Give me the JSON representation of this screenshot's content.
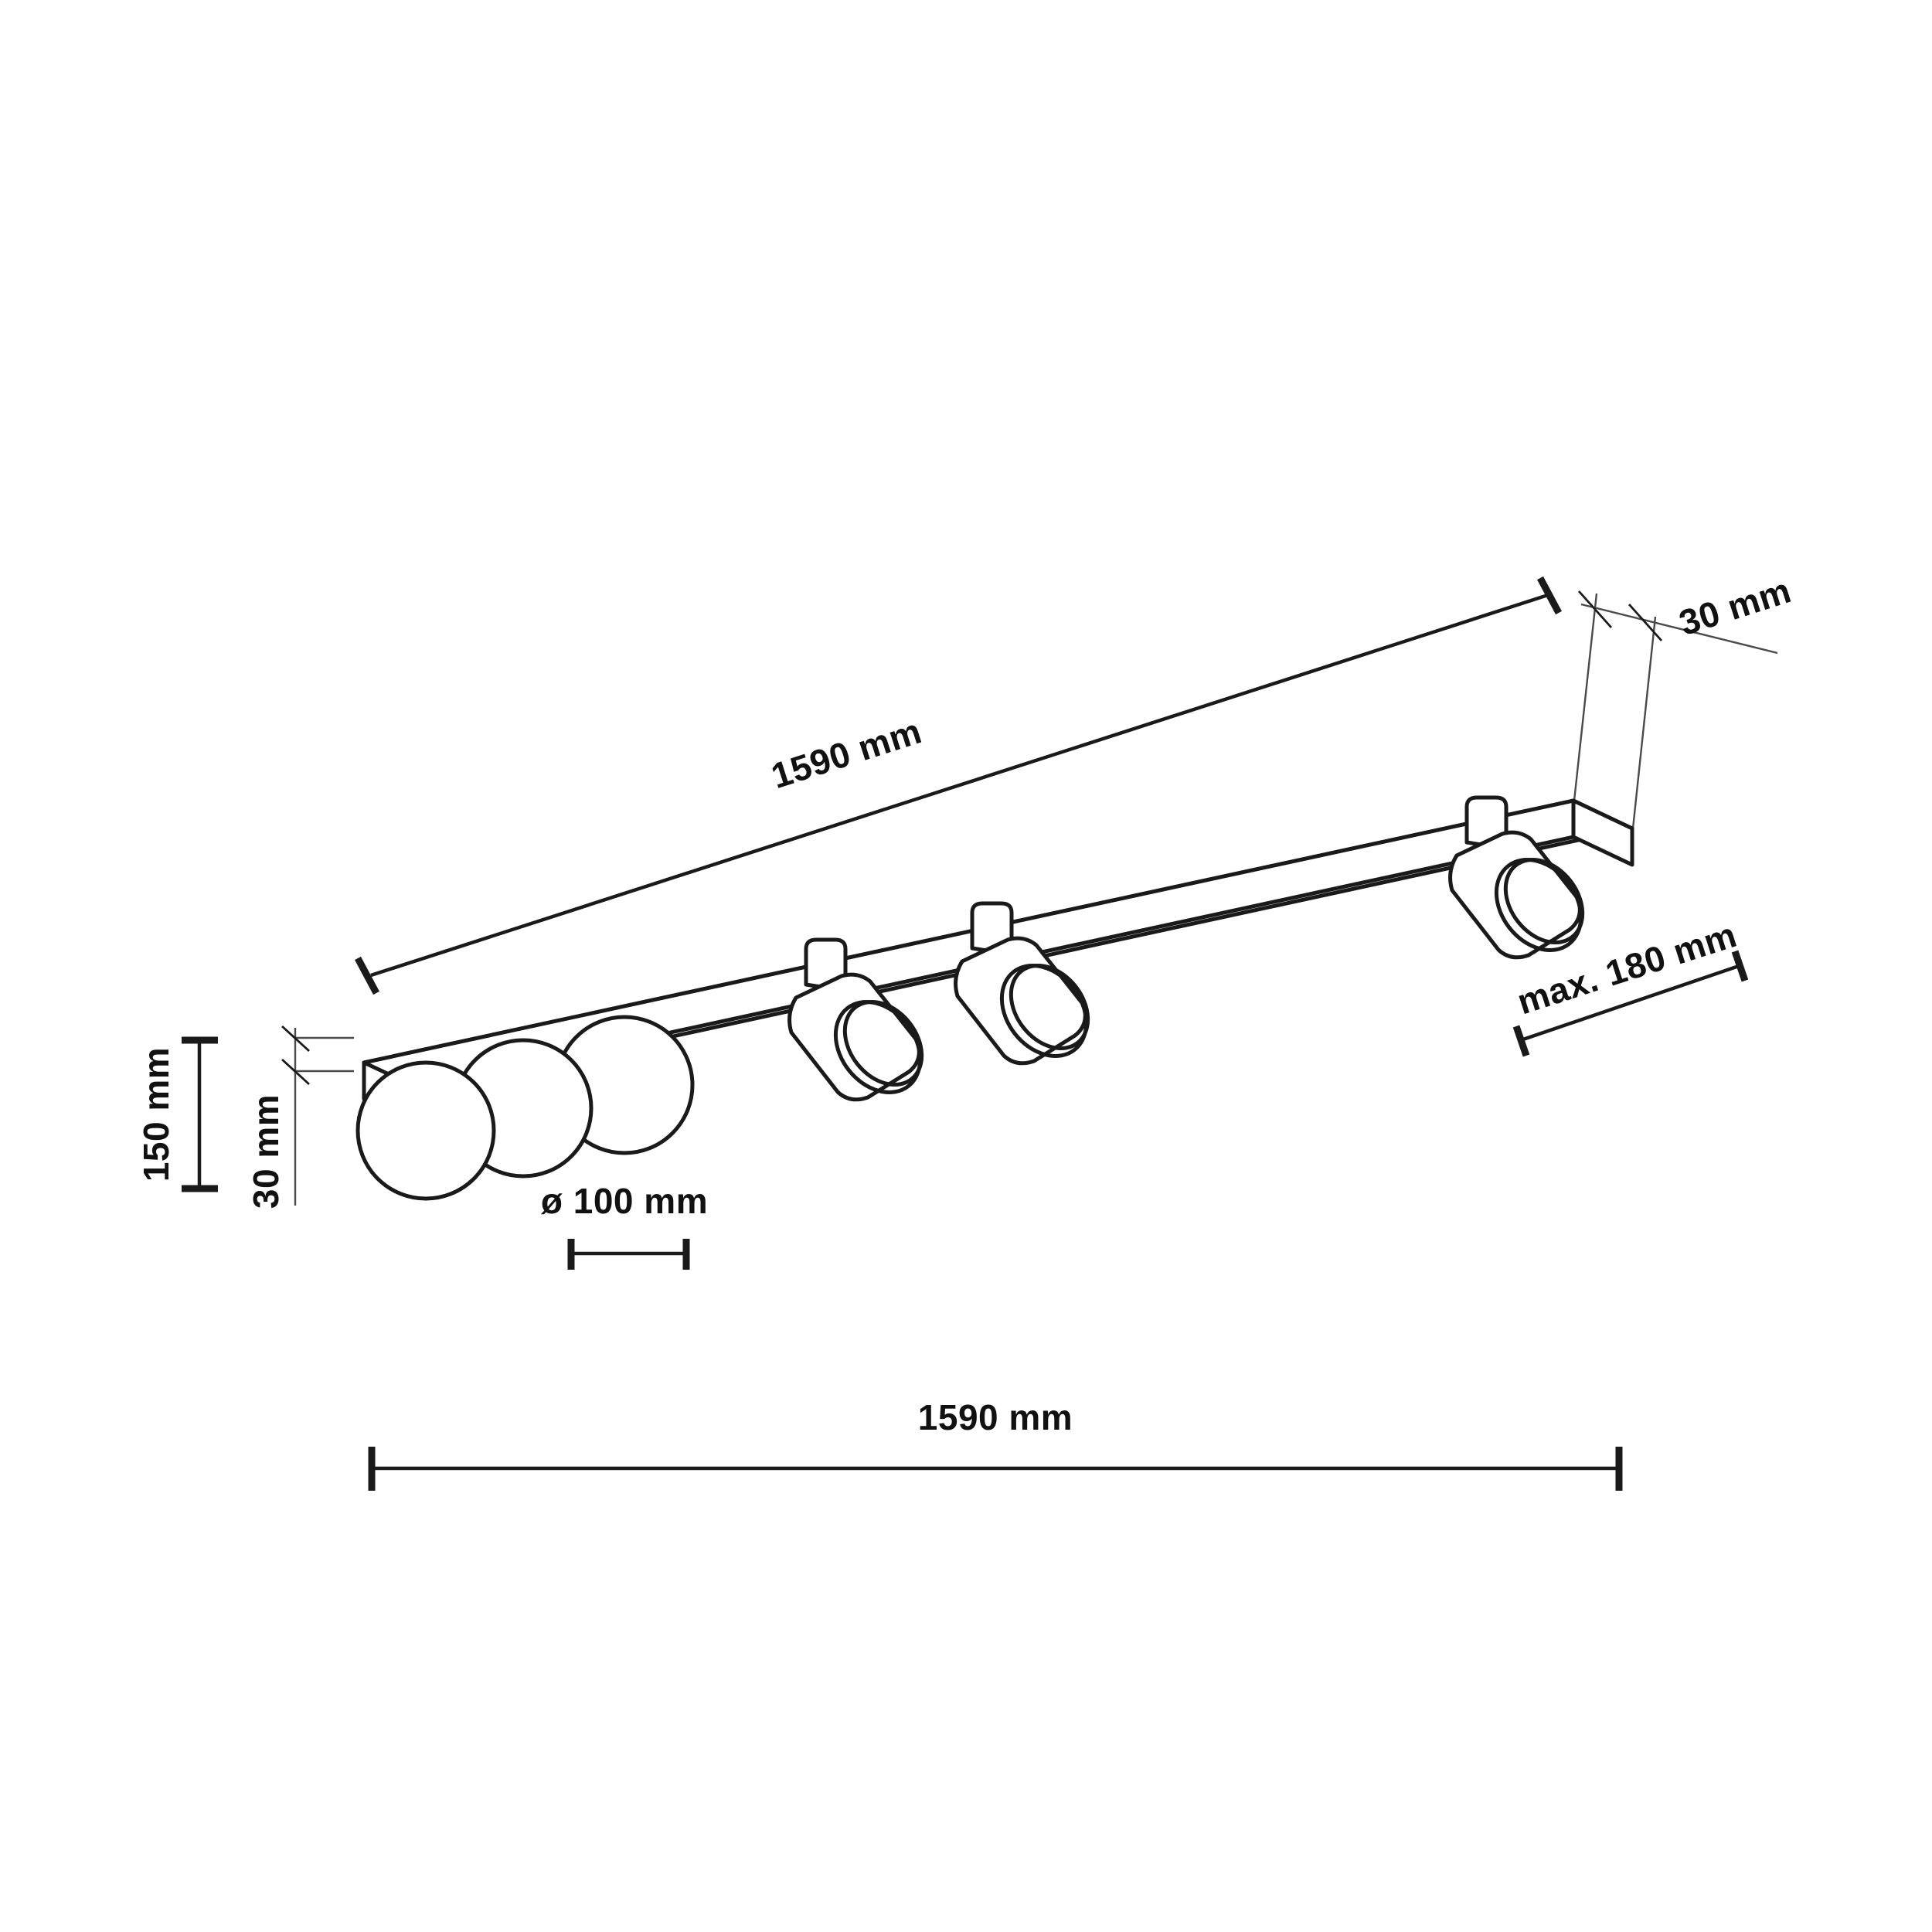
{
  "drawing": {
    "title": "Track light dimensional drawing",
    "product": "6-spot ceiling track light",
    "units": "mm",
    "background_color": "#ffffff",
    "line_color": "#1a1a1a"
  },
  "dimensions": {
    "bar_length_iso": "1590 mm",
    "bar_length_overall": "1590 mm",
    "bar_depth": "30 mm",
    "bar_height": "30 mm",
    "total_height": "150 mm",
    "spot_diameter": "ø 100 mm",
    "spot_projection": "max. 180 mm"
  },
  "labels": [
    {
      "id": "len-iso",
      "text": "1590 mm"
    },
    {
      "id": "depth-right",
      "text": "30 mm"
    },
    {
      "id": "projection",
      "text": "max. 180 mm"
    },
    {
      "id": "height-total",
      "text": "150 mm"
    },
    {
      "id": "height-bar",
      "text": "30 mm"
    },
    {
      "id": "spot-dia",
      "text": "ø 100 mm"
    },
    {
      "id": "len-overall",
      "text": "1590 mm"
    }
  ],
  "spotlights": {
    "count": 6,
    "front_facing_count": 3,
    "angled_count": 3
  }
}
